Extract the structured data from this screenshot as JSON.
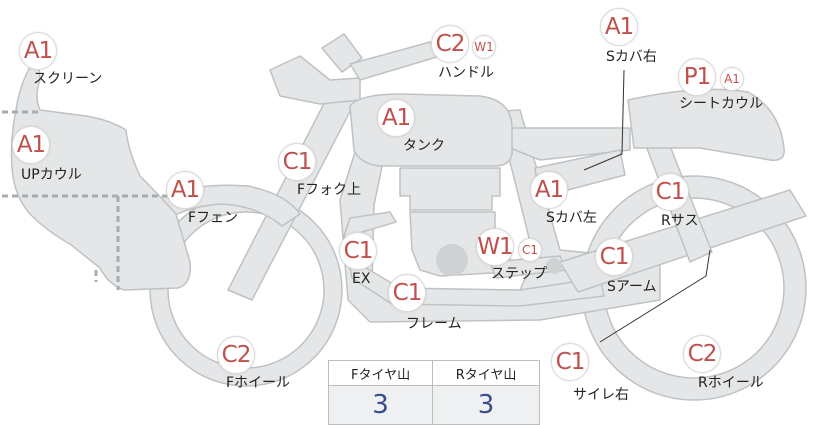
{
  "colors": {
    "badge_text": "#c0504d",
    "part_fill": "#e4e6e7",
    "part_stroke": "#bfc2c4",
    "dotted": "#a9acae",
    "tire_value": "#3b4c8c"
  },
  "badges": [
    {
      "id": "screen",
      "text": "A1"
    },
    {
      "id": "upcowl",
      "text": "A1"
    },
    {
      "id": "ffender",
      "text": "A1"
    },
    {
      "id": "ffork",
      "text": "C1"
    },
    {
      "id": "tank",
      "text": "A1"
    },
    {
      "id": "handle",
      "text": "C2"
    },
    {
      "id": "handle-small",
      "text": "W1"
    },
    {
      "id": "scover-r",
      "text": "A1"
    },
    {
      "id": "seatcowl",
      "text": "P1"
    },
    {
      "id": "seatcowl-small",
      "text": "A1"
    },
    {
      "id": "scover-l",
      "text": "A1"
    },
    {
      "id": "rsus",
      "text": "C1"
    },
    {
      "id": "ex",
      "text": "C1"
    },
    {
      "id": "step",
      "text": "W1"
    },
    {
      "id": "step-small",
      "text": "C1"
    },
    {
      "id": "swingarm",
      "text": "C1"
    },
    {
      "id": "frame",
      "text": "C1"
    },
    {
      "id": "fwheel",
      "text": "C2"
    },
    {
      "id": "silencer",
      "text": "C1"
    },
    {
      "id": "rwheel",
      "text": "C2"
    }
  ],
  "labels": {
    "screen": "スクリーン",
    "upcowl": "UPカウル",
    "ffender": "Fフェン",
    "ffork": "Fフォク上",
    "tank": "タンク",
    "handle": "ハンドル",
    "scover_r": "Sカバ右",
    "seatcowl": "シートカウル",
    "scover_l": "Sカバ左",
    "rsus": "Rサス",
    "ex": "EX",
    "step": "ステップ",
    "swingarm": "Sアーム",
    "frame": "フレーム",
    "fwheel": "Fホイール",
    "silencer": "サイレ右",
    "rwheel": "Rホイール"
  },
  "tire_table": {
    "headers": [
      "Fタイヤ山",
      "Rタイヤ山"
    ],
    "values": [
      "3",
      "3"
    ]
  }
}
